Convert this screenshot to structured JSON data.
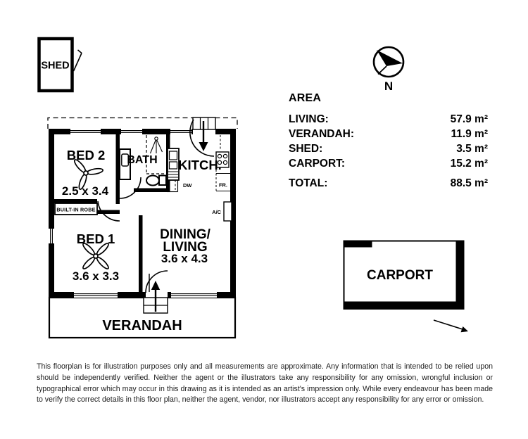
{
  "colors": {
    "ink": "#000000",
    "background": "#ffffff"
  },
  "shed": {
    "label": "SHED"
  },
  "compass": {
    "label": "N"
  },
  "area": {
    "title": "AREA",
    "rows": [
      {
        "label": "LIVING:",
        "value": "57.9 m²"
      },
      {
        "label": "VERANDAH:",
        "value": "11.9 m²"
      },
      {
        "label": "SHED:",
        "value": "3.5 m²"
      },
      {
        "label": "CARPORT:",
        "value": "15.2 m²"
      }
    ],
    "total": {
      "label": "TOTAL:",
      "value": "88.5 m²"
    }
  },
  "plan": {
    "bed2": {
      "name": "BED 2",
      "dims": "2.5 x 3.4"
    },
    "bath": {
      "name": "BATH"
    },
    "kitchen": {
      "name": "KITCH."
    },
    "bed1": {
      "name": "BED 1",
      "dims": "3.6 x 3.3"
    },
    "dining": {
      "line1": "DINING/",
      "line2": "LIVING",
      "dims": "3.6 x 4.3"
    },
    "robe": {
      "label": "BUILT-IN ROBE"
    },
    "labels": {
      "dw": "DW",
      "fridge": "FR.",
      "ac": "A/C"
    },
    "verandah": {
      "name": "VERANDAH"
    }
  },
  "carport": {
    "label": "CARPORT"
  },
  "disclaimer": "This floorplan is for illustration purposes only and all measurements are approximate. Any information that is intended to be relied upon should be independently verified. Neither the agent or the illustrators take any responsibility for any omission, wrongful inclusion or typographical error which may occur in this drawing as it is intended as an artist's impression only. While every endeavour has been made to verify the correct details in this floor plan, neither the agent, vendor, nor illustrators accept any responsibility for any error or omission."
}
